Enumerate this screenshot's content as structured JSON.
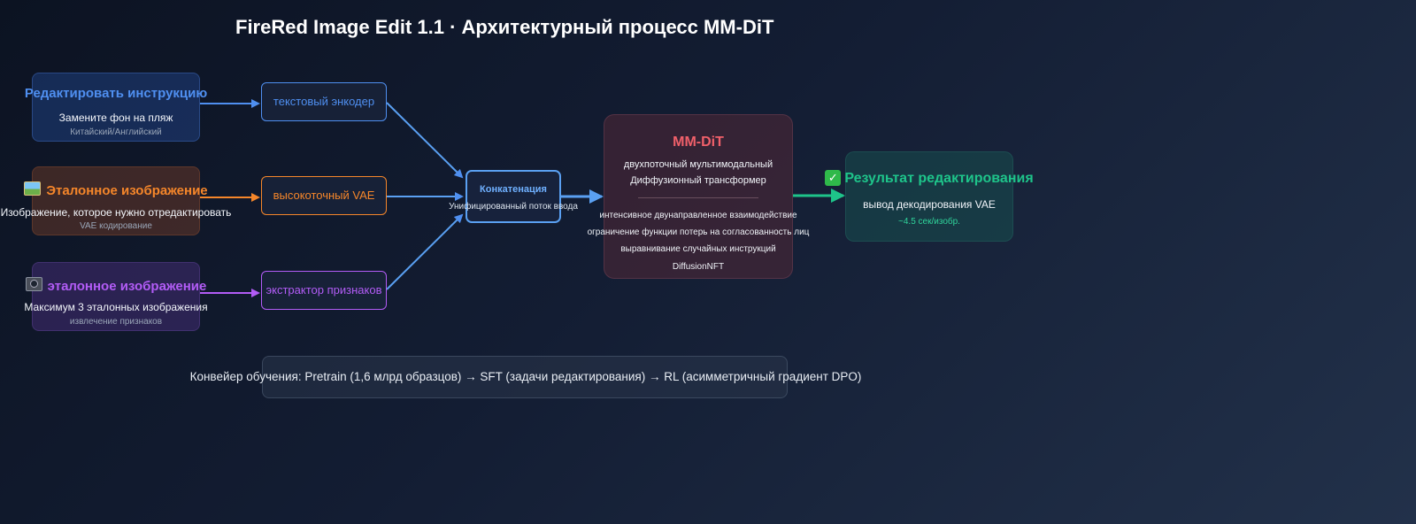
{
  "title": "FireRed Image Edit 1.1 · Архитектурный процесс MM-DiT",
  "inputs": [
    {
      "title": "Редактировать инструкцию",
      "line1": "Замените фон на пляж",
      "line2": "Китайский/Английский",
      "icon": "",
      "color": "#4f8ff0"
    },
    {
      "title": "Эталонное изображение",
      "line1": "Изображение, которое нужно отредактировать",
      "line2": "VAE кодирование",
      "icon": "picture-icon",
      "color": "#f5862a"
    },
    {
      "title": "эталонное изображение",
      "line1": "Максимум 3 эталонных изображения",
      "line2": "извлечение признаков",
      "icon": "camera-icon",
      "color": "#b25cf6"
    }
  ],
  "encoders": [
    "текстовый энкодер",
    "высокоточный VAE",
    "экстрактор признаков"
  ],
  "concat": {
    "title": "Конкатенация",
    "subtitle": "Унифицированный поток ввода"
  },
  "mmdit": {
    "title": "MM-DiT",
    "subtitle1": "двухпоточный мультимодальный",
    "subtitle2": "Диффузионный трансформер",
    "features": [
      "интенсивное двунаправленное взаимодействие",
      "ограничение функции потерь на согласованность лиц",
      "выравнивание случайных инструкций",
      "DiffusionNFT"
    ]
  },
  "result": {
    "title": "Результат редактирования",
    "icon": "check-icon",
    "line1": "вывод декодирования VAE",
    "line2": "~4.5 сек/изобр.",
    "color": "#1ec48a"
  },
  "pipeline": "Конвейер обучения: Pretrain (1,6 млрд образцов) → SFT (задачи редактирования) → RL (асимметричный градиент DPO)"
}
